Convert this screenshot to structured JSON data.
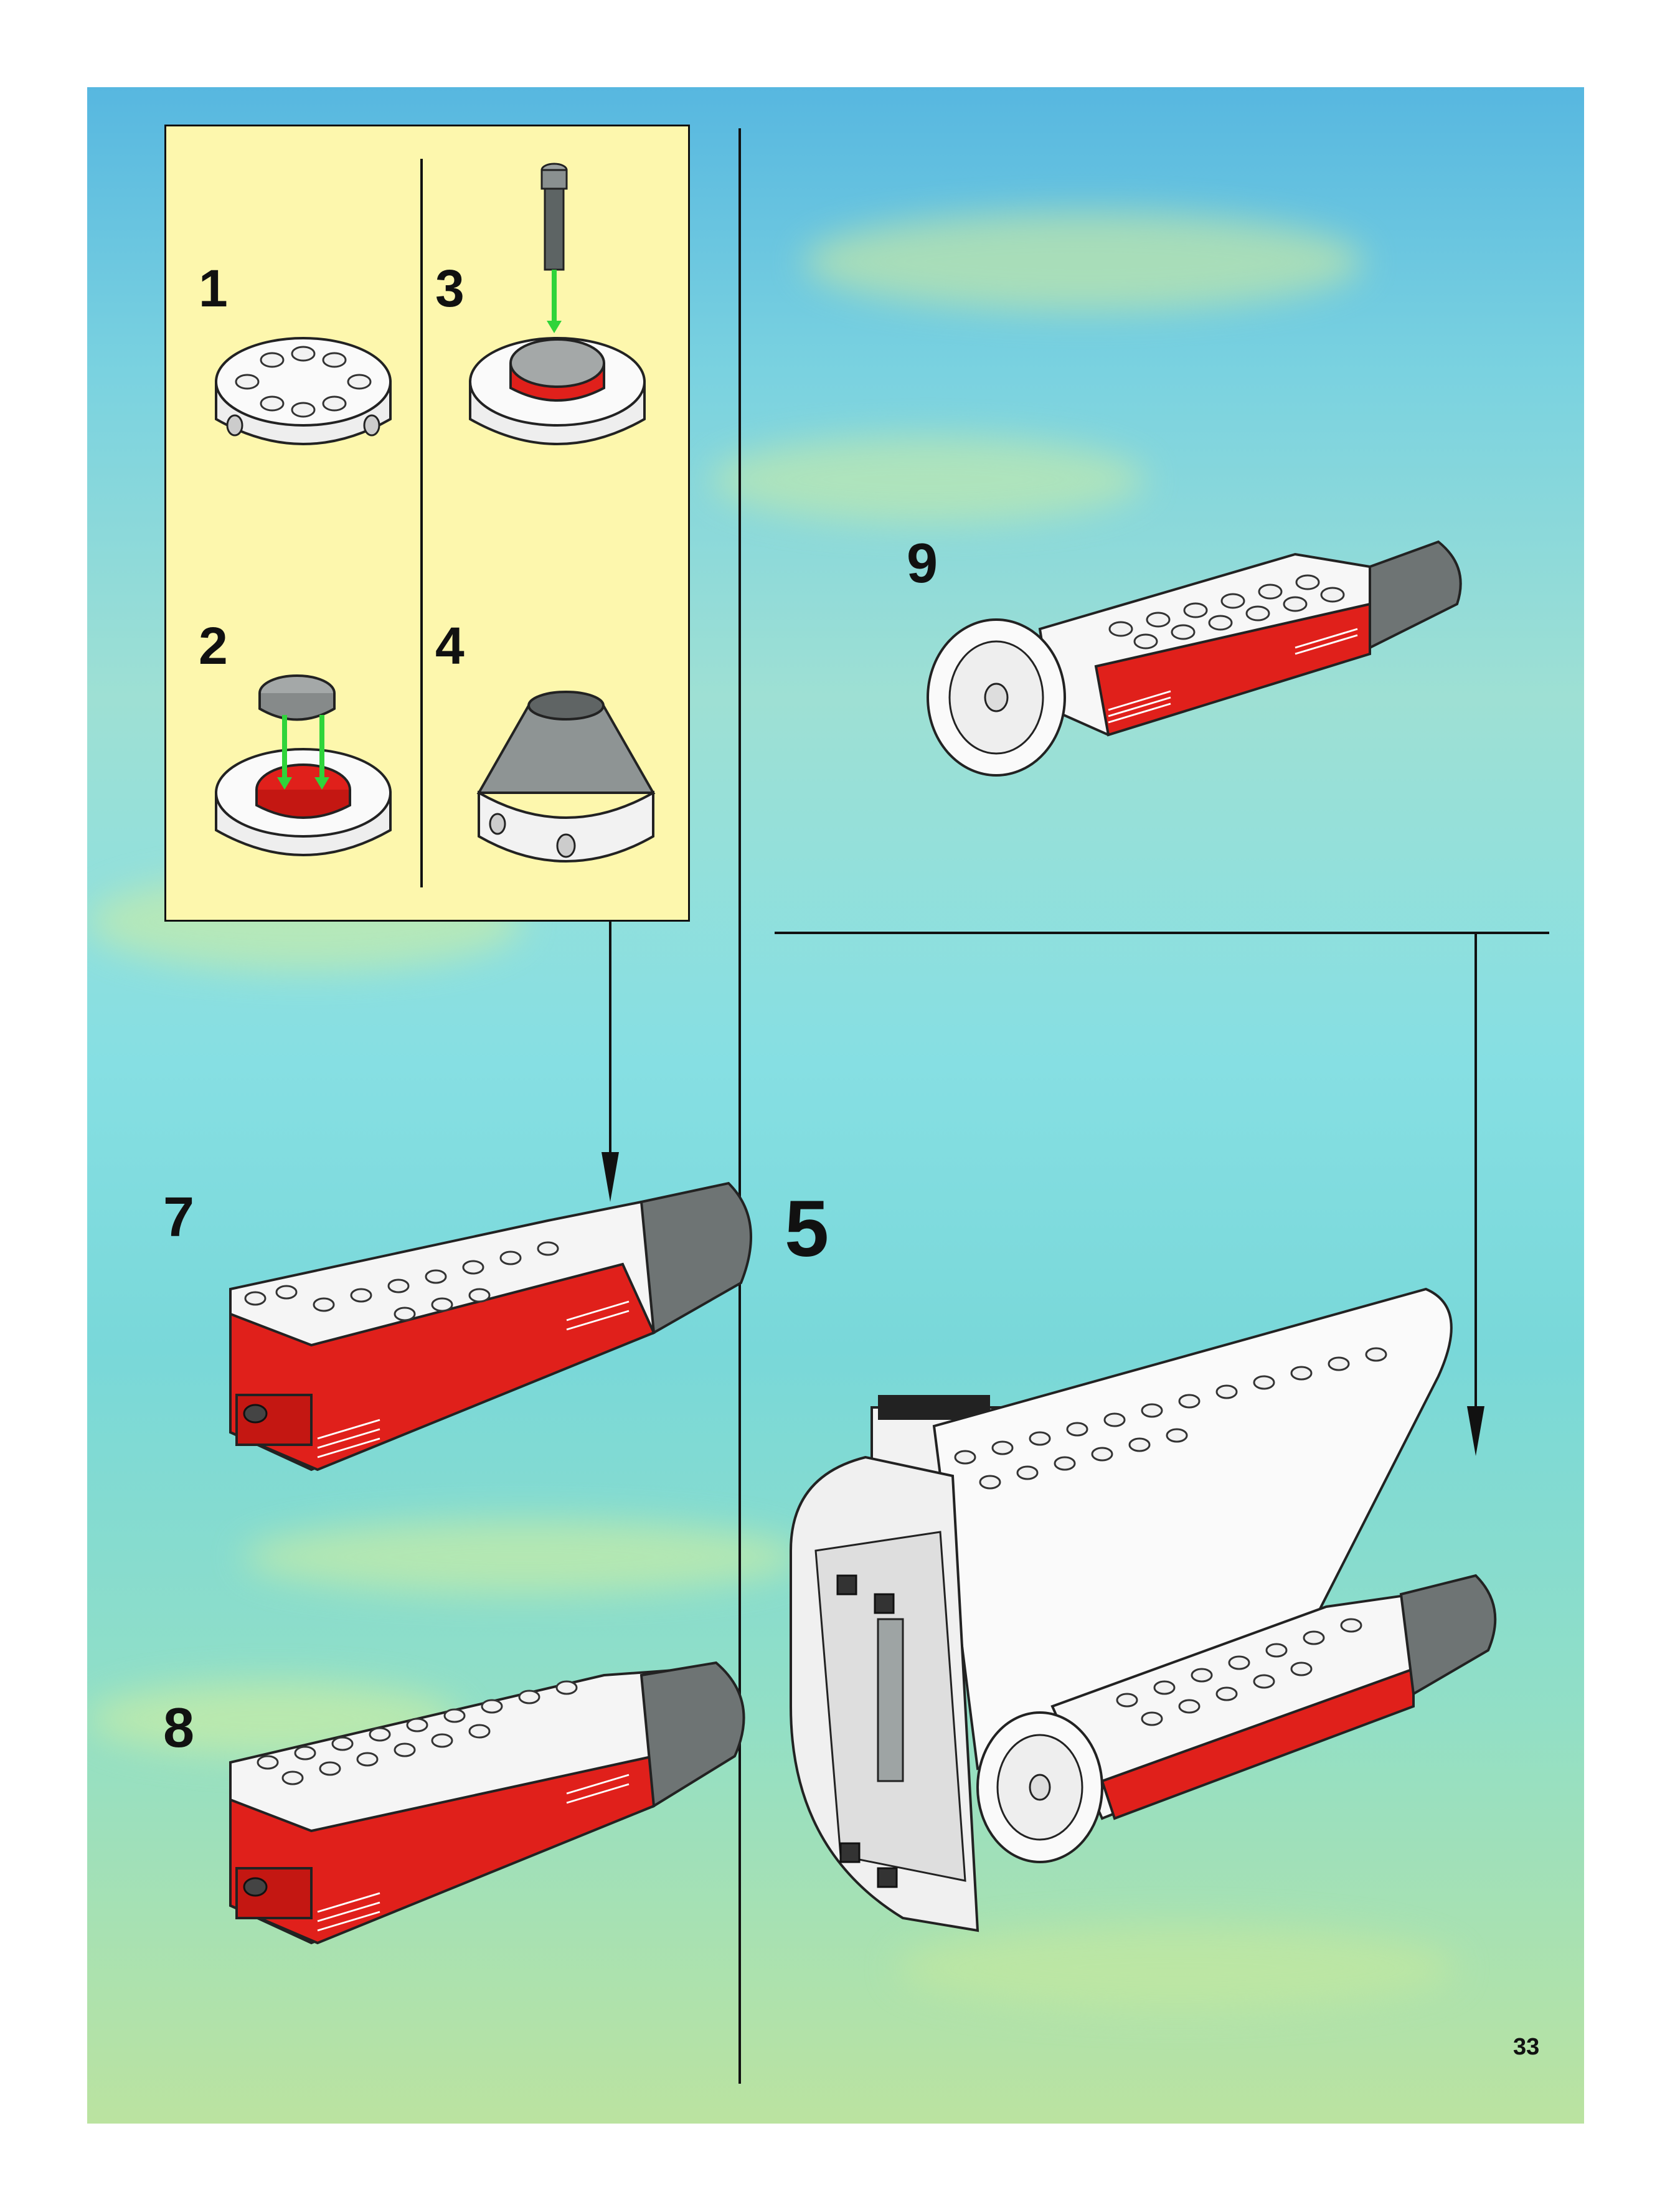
{
  "sub_steps": [
    "1",
    "2",
    "3",
    "4"
  ],
  "steps": {
    "s5": "5",
    "s7": "7",
    "s8": "8",
    "s9": "9"
  },
  "page_number": "33",
  "icons": [
    "round-brick-2x2-icon",
    "round-plate-gray-icon",
    "red-plate-icon",
    "axle-pin-icon",
    "cone-gray-icon",
    "engine-booster-icon",
    "shuttle-assembly-icon",
    "arrow-down-icon",
    "green-arrow-icon"
  ],
  "colors": {
    "inset_bg": "#fdf7ad",
    "red": "#e0201b",
    "gray": "#8e9494",
    "green": "#2fd43a",
    "white": "#f4f4f4"
  }
}
